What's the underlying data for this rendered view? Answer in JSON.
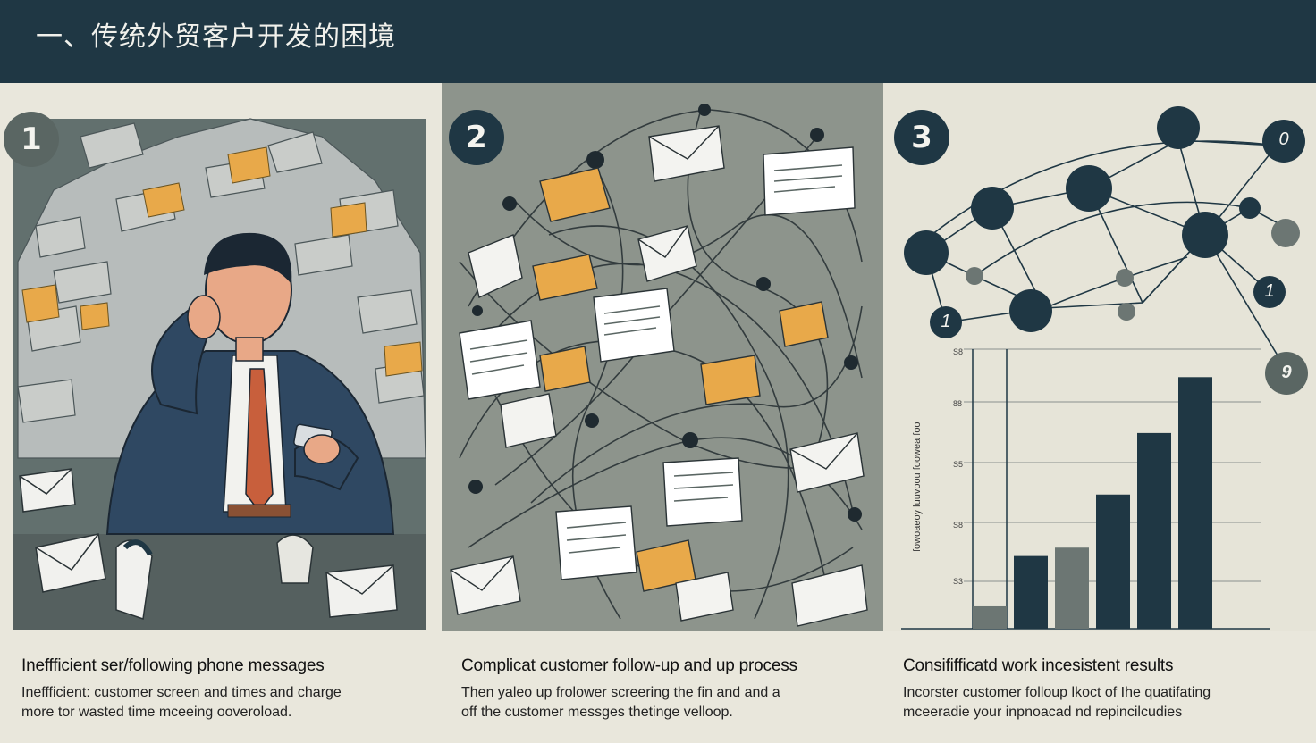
{
  "header": {
    "title": "一、传统外贸客户开发的困境"
  },
  "panels": [
    {
      "badge": "1",
      "caption_title": "Ineffficient ser/following phone messages",
      "caption_body": "Ineffficient: customer screen and times and charge\nmore tor wasted time mceeing ooveroload."
    },
    {
      "badge": "2",
      "caption_title": "Complicat customer follow-up and up process",
      "caption_body": "Then yaleo up frolower screering the fin and and a\noff the customer messges thetinge velloop."
    },
    {
      "badge": "3",
      "caption_title": "Consififficatd work incesistent results",
      "caption_body": "Incorster customer folloup lkoct of Ihe quatifating\nmceeradie your inpnoacad nd repincilcudies"
    }
  ],
  "network": {
    "labels": [
      "0",
      "1",
      "1",
      "9"
    ]
  },
  "chart_data": {
    "type": "bar",
    "yaxis_title": "fowoaeoy luuvoou foowea foo",
    "ytick_labels": [
      "S8",
      "88",
      "S5",
      "S8",
      "S3"
    ],
    "values": [
      8,
      26,
      29,
      48,
      70,
      90
    ],
    "colors": [
      "#6c7673",
      "#1f3744",
      "#6c7673",
      "#1f3744",
      "#1f3744",
      "#1f3744"
    ],
    "ylim": [
      0,
      100
    ]
  },
  "colors": {
    "header": "#1f3744",
    "accent": "#e8a94a",
    "dark": "#1f3744",
    "muted": "#6c7673"
  }
}
